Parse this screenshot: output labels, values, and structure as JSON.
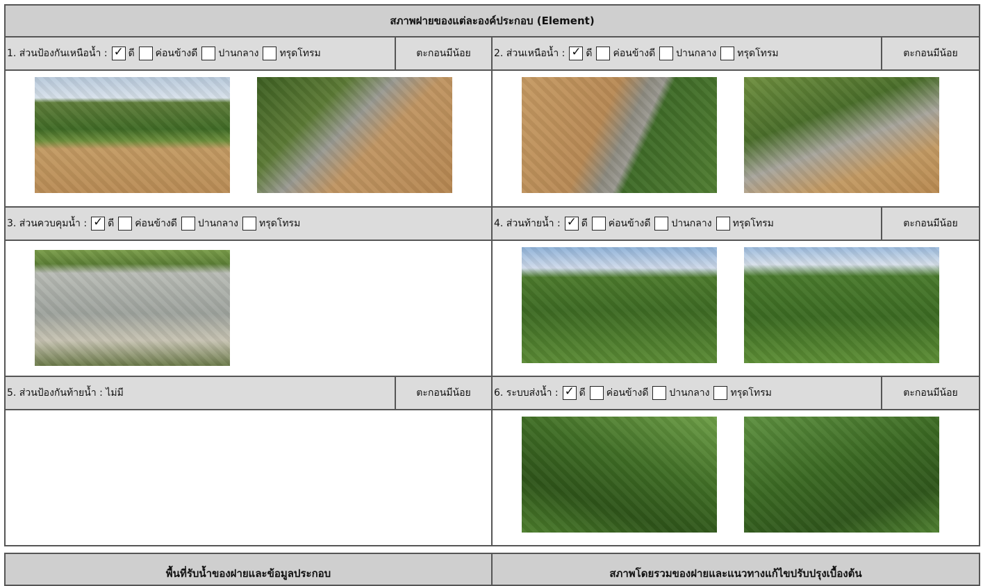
{
  "header": {
    "title": "สภาพฝายของแต่ละองค์ประกอบ (Element)"
  },
  "options": [
    "ดี",
    "ค่อนข้างดี",
    "ปานกลาง",
    "ทรุดโทรม"
  ],
  "sections": {
    "s1": {
      "label": "1. ส่วนป้องกันเหนือน้ำ :",
      "checked": [
        true,
        false,
        false,
        false
      ],
      "note": "ตะกอนมีน้อย"
    },
    "s2": {
      "label": "2. ส่วนเหนือน้ำ :",
      "checked": [
        true,
        false,
        false,
        false
      ],
      "note": "ตะกอนมีน้อย"
    },
    "s3": {
      "label": "3. ส่วนควบคุมน้ำ :",
      "checked": [
        true,
        false,
        false,
        false
      ]
    },
    "s4": {
      "label": "4. ส่วนท้ายน้ำ :",
      "checked": [
        true,
        false,
        false,
        false
      ],
      "note": "ตะกอนมีน้อย"
    },
    "s5": {
      "label": "5. ส่วนป้องกันท้ายน้ำ : ไม่มี",
      "note": "ตะกอนมีน้อย"
    },
    "s6": {
      "label": "6. ระบบส่งน้ำ :",
      "checked": [
        true,
        false,
        false,
        false
      ],
      "note": "ตะกอนมีน้อย"
    }
  },
  "footer": {
    "left": "พื้นที่รับน้ำของฝายและข้อมูลประกอบ",
    "right": "สภาพโดยรวมของฝายและแนวทางแก้ไขปรับปรุงเบื้องต้น"
  }
}
